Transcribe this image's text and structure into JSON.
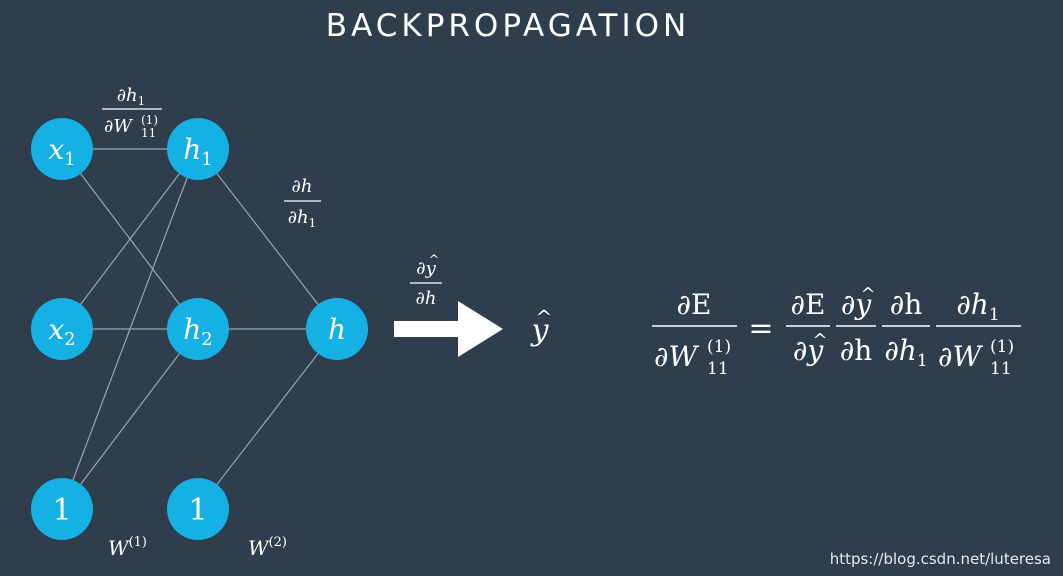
{
  "title": "BACKPROPAGATION",
  "watermark": "https://blog.csdn.net/luteresa",
  "colors": {
    "background": "#2f3e4c",
    "node": "#16b1e4",
    "edge": "#9aa6b0",
    "text": "#ffffff"
  },
  "nodes": {
    "x1": {
      "base": "x",
      "sub": "1"
    },
    "x2": {
      "base": "x",
      "sub": "2"
    },
    "bias1": {
      "base": "1",
      "sub": ""
    },
    "h1": {
      "base": "h",
      "sub": "1"
    },
    "h2": {
      "base": "h",
      "sub": "2"
    },
    "bias2": {
      "base": "1",
      "sub": ""
    },
    "h": {
      "base": "h",
      "sub": ""
    }
  },
  "layer_labels": {
    "w1": {
      "base": "W",
      "sup": "(1)"
    },
    "w2": {
      "base": "W",
      "sup": "(2)"
    }
  },
  "output": {
    "base": "y",
    "hat": "^"
  },
  "edge_derivatives": {
    "x1_h1": {
      "num_partial": "∂",
      "num_var": "h",
      "num_sub": "1",
      "den_partial": "∂",
      "den_var": "W",
      "den_sub": "11",
      "den_sup": "(1)"
    },
    "h1_h": {
      "num_partial": "∂",
      "num_var": "h",
      "den_partial": "∂",
      "den_var": "h",
      "den_sub": "1"
    },
    "h_y": {
      "num_partial": "∂",
      "num_var": "y",
      "num_hat": "^",
      "den_partial": "∂",
      "den_var": "h"
    }
  },
  "equation": {
    "lhs": {
      "num": "∂E",
      "den_partial": "∂",
      "den_var": "W",
      "den_sub": "11",
      "den_sup": "(1)"
    },
    "equals": "=",
    "rhs": [
      {
        "num": "∂E",
        "den_partial": "∂",
        "den_var": "y",
        "den_hat": "^"
      },
      {
        "num_partial": "∂",
        "num_var": "y",
        "num_hat": "^",
        "den": "∂h"
      },
      {
        "num": "∂h",
        "den_partial": "∂",
        "den_var": "h",
        "den_sub": "1"
      },
      {
        "num_partial": "∂",
        "num_var": "h",
        "num_sub": "1",
        "den_partial": "∂",
        "den_var": "W",
        "den_sub": "11",
        "den_sup": "(1)"
      }
    ]
  }
}
